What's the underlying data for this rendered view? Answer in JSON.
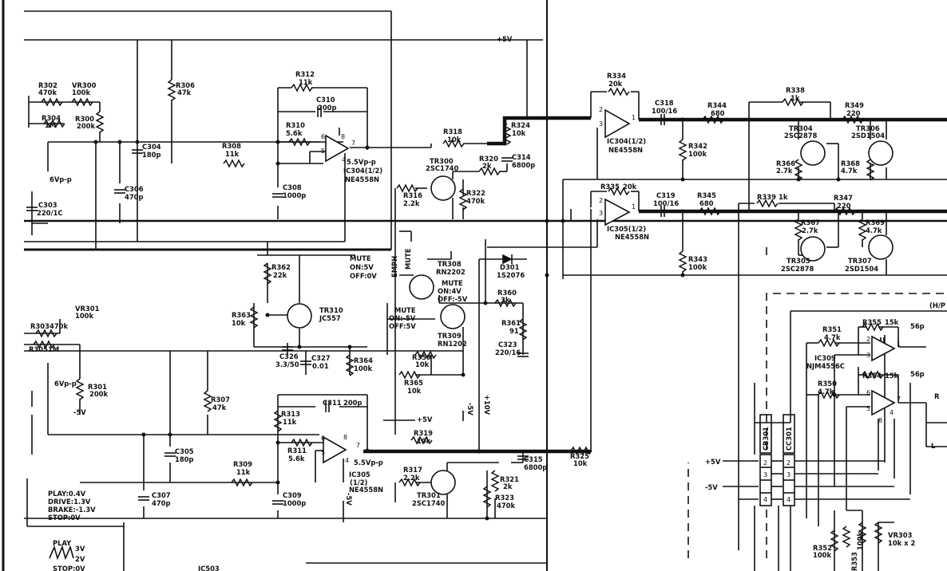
{
  "rails": {
    "p5v_top": "+5V",
    "p5v_mid": "+5V",
    "p5v_right": "+5V",
    "m5v_right": "-5V",
    "m5v_vert": "-5V",
    "p10v": "+10V",
    "m5v_ic305": "-5V",
    "m5v_left": "-5V"
  },
  "resistors": {
    "R302": [
      "R302",
      "470k"
    ],
    "R304": [
      "R304",
      "1M"
    ],
    "VR300": [
      "VR300",
      "100k"
    ],
    "R300": [
      "R300",
      "200k"
    ],
    "R306": [
      "R306",
      "47k"
    ],
    "R308": [
      "R308",
      "11k"
    ],
    "R312": [
      "R312",
      "11k"
    ],
    "R310": [
      "R310",
      "5.6k"
    ],
    "R318": [
      "R318",
      "10k"
    ],
    "R320": [
      "R320",
      "2k"
    ],
    "R324": [
      "R324",
      "10k"
    ],
    "R316": [
      "R316",
      "2.2k"
    ],
    "R322": [
      "R322",
      "470k"
    ],
    "R334": [
      "R334",
      "20k"
    ],
    "R344": [
      "R344",
      "680"
    ],
    "R342": [
      "R342",
      "100k"
    ],
    "R338": [
      "R338",
      "1k"
    ],
    "R349": [
      "R349",
      "220"
    ],
    "R366": [
      "R366",
      "2.7k"
    ],
    "R368": [
      "R368",
      "4.7k"
    ],
    "R335": [
      "R335",
      "20k"
    ],
    "R345": [
      "R345",
      "680"
    ],
    "R339": [
      "R339",
      "1k"
    ],
    "R347": [
      "R347",
      "220"
    ],
    "R343": [
      "R343",
      "100k"
    ],
    "R367": [
      "R367",
      "2.7k"
    ],
    "R369": [
      "R369",
      "4.7k"
    ],
    "R362": [
      "R362",
      "22k"
    ],
    "R363": [
      "R363",
      "10k"
    ],
    "R364": [
      "R364",
      "100k"
    ],
    "R360": [
      "R360",
      "3k"
    ],
    "R361": [
      "R361",
      "91"
    ],
    "R359": [
      "R359",
      "10k"
    ],
    "R365": [
      "R365",
      "10k"
    ],
    "VR301": [
      "VR301",
      "100k"
    ],
    "R303": [
      "R303",
      "470k"
    ],
    "R305": [
      "R305",
      "1M"
    ],
    "R301": [
      "R301",
      "200k"
    ],
    "R307": [
      "R307",
      "47k"
    ],
    "R313": [
      "R313",
      "11k"
    ],
    "R311": [
      "R311",
      "5.6k"
    ],
    "R319": [
      "R319",
      "10k"
    ],
    "R309": [
      "R309",
      "11k"
    ],
    "R317": [
      "R317",
      "2.2k"
    ],
    "R321": [
      "R321",
      "2k"
    ],
    "R323": [
      "R323",
      "470k"
    ],
    "R325": [
      "R325",
      "10k"
    ],
    "R351": [
      "R351",
      "4.7k"
    ],
    "R355": [
      "R355",
      "15k"
    ],
    "R354": [
      "R354",
      "15k"
    ],
    "R350": [
      "R350",
      "4.7k"
    ],
    "R352": [
      "R352",
      "100k"
    ],
    "R353": [
      "R353",
      "100k"
    ],
    "VR303": [
      "VR303",
      "10k x 2"
    ]
  },
  "capacitors": {
    "C304": [
      "C304",
      "180p"
    ],
    "C306": [
      "C306",
      "470p"
    ],
    "C303": [
      "C303",
      "220/1C"
    ],
    "C310": [
      "C310",
      "200p"
    ],
    "C308": [
      "C308",
      "1000p"
    ],
    "C314": [
      "C314",
      "6800p"
    ],
    "C318": [
      "C318",
      "100/16"
    ],
    "C319": [
      "C319",
      "100/16"
    ],
    "C326": [
      "C326",
      "3.3/50"
    ],
    "C327": [
      "C327",
      "0.01"
    ],
    "C323": [
      "C323",
      "220/16"
    ],
    "C311": [
      "C311",
      "200p"
    ],
    "C305": [
      "C305",
      "180p"
    ],
    "C307": [
      "C307",
      "470p"
    ],
    "C309": [
      "C309",
      "1000p"
    ],
    "C315": [
      "C315",
      "6800p"
    ],
    "C56a": "56p",
    "C56b": "56p"
  },
  "ics": {
    "ic304a": [
      "5.5Vp-p",
      "IC304(1/2)",
      "NE4558N"
    ],
    "ic304b": [
      "IC304(1/2)",
      "NE4558N"
    ],
    "ic305a": [
      "IC305(1/2)",
      "NE4558N"
    ],
    "ic305b": [
      "5.5Vp-p",
      "IC305",
      "(1/2)",
      "NE4558N"
    ],
    "ic309": [
      "IC309",
      "NJM4556C"
    ]
  },
  "transistors": {
    "TR300": [
      "TR300",
      "2SC1740"
    ],
    "TR301": [
      "TR301",
      "2SC1740"
    ],
    "TR304": [
      "TR304",
      "2SC2878"
    ],
    "TR305": [
      "TR305",
      "2SC2878"
    ],
    "TR306": [
      "TR306",
      "2SD1504"
    ],
    "TR307": [
      "TR307",
      "2SD1504"
    ],
    "TR308": [
      "TR308",
      "RN2202"
    ],
    "TR309": [
      "TR309",
      "RN1202"
    ],
    "TR310": [
      "TR310",
      "JC557"
    ]
  },
  "diode": [
    "D301",
    "1S2076"
  ],
  "connectors": {
    "CB301": "CB301",
    "CC301": "CC301",
    "pins": [
      "1",
      "2",
      "3",
      "4"
    ]
  },
  "notes": {
    "vpp1": "6Vp-p",
    "vpp2": "6Vp-p",
    "mute1": [
      "MUTE",
      "ON:5V",
      "OFF:0V"
    ],
    "mute2": [
      "MUTE",
      "ON:4V",
      "OFF:-5V"
    ],
    "mute3": [
      "MUTE",
      "ON:-5V",
      "OFF:5V"
    ],
    "emph": "EMPH",
    "mute_v": "MUTE",
    "hp": "(H/P",
    "modes": [
      "PLAY:0.4V",
      "DRIVE:1.3V",
      "BRAKE:-1.3V",
      "STOP:0V"
    ],
    "play_wave": [
      "PLAY",
      "3V",
      "2V"
    ],
    "stop": "STOP:0V",
    "ic503": "IC503",
    "R_cut": "R",
    "L_cut": "L"
  },
  "pins": {
    "ic304a": [
      "6",
      "5",
      "8",
      "7",
      "4"
    ],
    "ic305a": [
      "6",
      "5",
      "8",
      "7",
      "4"
    ],
    "ic304b": [
      "2",
      "3",
      "1"
    ],
    "ic305b": [
      "2",
      "3",
      "1"
    ],
    "ic309": [
      "2",
      "3",
      "1",
      "6",
      "5",
      "7",
      "4",
      "8"
    ]
  }
}
